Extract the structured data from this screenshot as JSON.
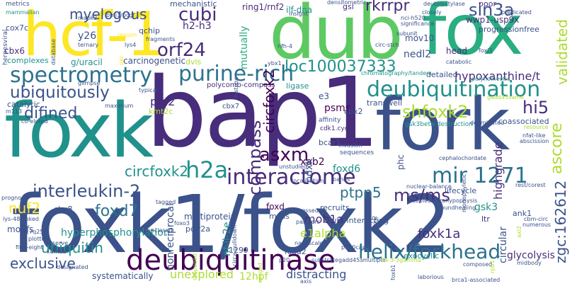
{
  "words": {
    "foxk1_foxk2": "foxk1/foxk2",
    "bap1": "bap1",
    "hcf_1": "hcf-1",
    "dub": "dub",
    "fox": "fox",
    "foxk": "foxk",
    "fork": "fork",
    "deubiquitinase": "deubiquitinase",
    "deubiquitination": "deubiquitination",
    "spectrometry": "spectrometry",
    "purine_rich": "purine-rich",
    "ubiquitously": "ubiquitously",
    "loc100037333": "loc100037333",
    "interactome": "interactome",
    "interleukin_2": "interleukin-2",
    "helix_forkhead": "helix/forkhead",
    "orf24": "orf24",
    "myelogous": "myelogous",
    "cubi": "cubi",
    "rkrrpr": "rkrrpr",
    "sin3a": "sin3a",
    "h2a": "h2a",
    "asxm": "asxm",
    "compass": "compass",
    "circfoxk2": "circfoxk2",
    "mir1271": "mir 1271",
    "ptpn5": "ptpn5",
    "ms_ms": "ms/ms",
    "foxd7": "foxd7",
    "ubiquitin": "ubiquitin",
    "shfoxk2": "shfoxk2",
    "hi5": "hi5",
    "difined": "difined",
    "validated": "validated",
    "ascore": "ascore",
    "zgc162612": "zgc:162612",
    "exclusive": "exclusive",
    "unexplored": "unexplored",
    "nuf2": "nuf2",
    "circfoxk2_v": "circfoxk2",
    "hypoxanthine": "hypoxanthine/t",
    "highgrade": "highgrade",
    "foxk1a": "foxk1a",
    "glycolysis": "glycolysis",
    "e1alpha": "e1alpha",
    "mob1a": "mob1a",
    "xab2": "xab2",
    "foxd6": "foxd6",
    "gsk3": "gsk3",
    "h2_h3": "h2-h3",
    "nedl2": "nedl2",
    "prc2": "prc2",
    "psms": "psms",
    "mutually": "mutually",
    "hyperphosphorylation": "hyperphosphorylation",
    "multiprotein": "multiprotein",
    "12hpf": "12hpf",
    "distracting": "distracting",
    "systematically": "systematically",
    "nonreciprocal": "nonreciprocal",
    "ilf_dna": "ilf-dna",
    "ring1_rnf2": "ring1/rnf2",
    "mechanistic": "mechanistic",
    "wwp1_usp9x": "wwp1-usp9x",
    "progressionfree": "progressionfree",
    "mov10": "mov10",
    "head": "head",
    "poor": "poor",
    "gsl": "gsl",
    "y26": "y26",
    "qchip": "qchip",
    "cbx6": "cbx6",
    "complexes": "complexes",
    "g_uracil": "g/uracil",
    "carcinogenetic": "carcinogenetic",
    "dvls": "dvls",
    "polycomb_compass": "polycomb-compass",
    "ligase": "ligase",
    "e3": "e3",
    "transwell": "transwell",
    "cbx2": "cbx2",
    "coassociated": "coassociated",
    "kmt2c": "kmt2c",
    "catalytic": "catalytic",
    "detailed": "detailed",
    "recruits": "recruits",
    "foxd": "foxd",
    "lifecycle": "lifecycle",
    "ltr": "ltr",
    "circular": "circular",
    "ank1": "ank1",
    "cbx8": "cbx8",
    "motifs": "motifs",
    "polr2a": "polr2a",
    "mass": "mass",
    "dvl1_interacting": "dvl1-interacting",
    "h1299": "h1299",
    "foxd2": "foxd2",
    "exocyclic": "exocyclic",
    "pdxk": "pdxk",
    "bcar1": "bcar1",
    "phc": "phc",
    "cbx7": "cbx7",
    "nf_il_2e": "nf-il-2e",
    "circa_pulldown": "circa-pulldown",
    "gsk3beta_destruction": "gsk3beta-destruction",
    "sequences": "sequences",
    "cdk1_cyclin": "cdk1.cyclin",
    "affinity": "affinity",
    "cox7c": "cox7c",
    "herpesviral": "herpesviral",
    "lys_48_linked": "lys-48-linked",
    "fifty_eight": "fifty-eight",
    "serve": "serve",
    "kdm6a": "kdm6a",
    "designated": "designated",
    "plotter": "plotter",
    "prognosis": "prognosis",
    "tagged": "tagged",
    "enclosed": "enclosed",
    "maximum": "maximum",
    "typical": "typical",
    "glimpse": "glimpse",
    "m113": "m113",
    "co_eluted": "co-eluted",
    "metrics": "metrics",
    "mammalian": "mammalian",
    "mapk3": "mapk3",
    "bmi1_pcgf": "bmi1/pcgf",
    "reason": "reason",
    "ternary": "ternary",
    "lys4": "lys4",
    "fragments": "fragments",
    "database": "database",
    "pkc": "pkc",
    "insight": "insight",
    "densitometric": "densitometric",
    "nci_h520": "nci-h520",
    "significance": "significance",
    "subunit": "subunit",
    "deubiquitylase": "deubiquitylase",
    "closely": "closely",
    "predicated": "predicated",
    "foxj3": "foxj3",
    "circ_stch": "circ-stch",
    "catabolic": "catabolic",
    "histone": "histone",
    "ybx1": "ybx1",
    "hfh_4": "hfh-4",
    "chromatography": "chromatography/tandem",
    "polyhomeotic": "polyhomeotic",
    "gadd45same": "gadd45same",
    "deaminated": "deaminated",
    "resource": "resource",
    "nfat_like": "nfat-like",
    "abscission": "abscission",
    "cephalochordate": "cephalochordate",
    "rest_corest": "rest/corest",
    "nuclear_balance": "nuclear-balance",
    "neurohypophysis": "neurohypophysis",
    "woundhealing": "woundhealing",
    "depletion": "depletion",
    "suppressed": "suppressed",
    "partners": "partners",
    "nanoscale": "nanoscale",
    "p20": "p20",
    "p130cas": "p130cas",
    "gadd45s": "gadd45s",
    "substrate": "substrate",
    "multiple": "multiple",
    "14_3_3gamma": "14-3-3gamma",
    "foxb1": "foxb1",
    "composed": "composed",
    "midbody": "midbody",
    "laborious": "laborious",
    "brca1_associated": "brca1-associated",
    "axis": "axis",
    "numerous": "numerous",
    "cbm_circ": "cbm-circ",
    "unstudied": "unstudied",
    "localization": "localization",
    "bands": "bands",
    "invasion": "invasion",
    "sce": "sce",
    "17q25": "17q25",
    "monophyletic": "monophyletic",
    "foxj2": "foxj2",
    "foxo3": "foxo3",
    "reopened": "reopened",
    "winged": "winged",
    "axl2": "axl2",
    "rpb1": "rpb1"
  },
  "palette": {
    "dark_purple": "#440154",
    "indigo": "#472d7b",
    "slate_blue": "#3b528b",
    "steel_blue": "#2c728e",
    "teal": "#21918c",
    "green_teal": "#28ae80",
    "green": "#5ec962",
    "lime": "#addc30",
    "yellow": "#fde725"
  }
}
